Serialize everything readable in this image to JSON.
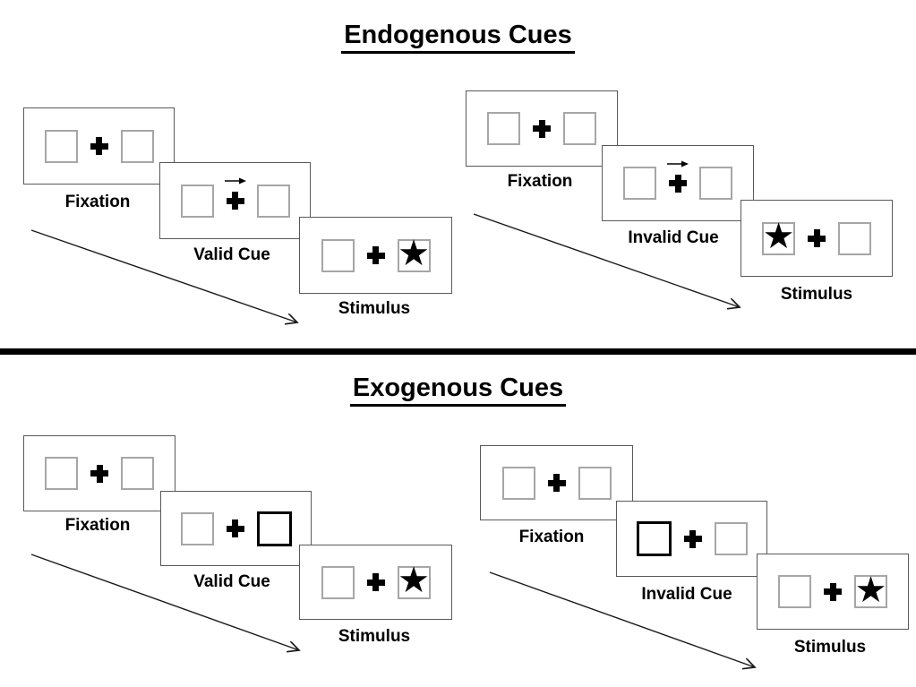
{
  "sections": [
    {
      "title": "Endogenous Cues",
      "sequences": [
        {
          "name": "valid-trial",
          "panels": [
            {
              "label": "Fixation",
              "type": "fixation"
            },
            {
              "label": "Valid Cue",
              "type": "arrow-cue",
              "arrow_direction": "right"
            },
            {
              "label": "Stimulus",
              "type": "stimulus",
              "star_side": "right"
            }
          ]
        },
        {
          "name": "invalid-trial",
          "panels": [
            {
              "label": "Fixation",
              "type": "fixation"
            },
            {
              "label": "Invalid Cue",
              "type": "arrow-cue",
              "arrow_direction": "right"
            },
            {
              "label": "Stimulus",
              "type": "stimulus",
              "star_side": "left"
            }
          ]
        }
      ]
    },
    {
      "title": "Exogenous Cues",
      "sequences": [
        {
          "name": "valid-trial",
          "panels": [
            {
              "label": "Fixation",
              "type": "fixation"
            },
            {
              "label": "Valid Cue",
              "type": "highlight-cue",
              "highlight_side": "right"
            },
            {
              "label": "Stimulus",
              "type": "stimulus",
              "star_side": "right"
            }
          ]
        },
        {
          "name": "invalid-trial",
          "panels": [
            {
              "label": "Fixation",
              "type": "fixation"
            },
            {
              "label": "Invalid Cue",
              "type": "highlight-cue",
              "highlight_side": "left"
            },
            {
              "label": "Stimulus",
              "type": "stimulus",
              "star_side": "right"
            }
          ]
        }
      ]
    }
  ],
  "icons": {
    "fixation_cross": "heavy-plus-cross",
    "cue_arrow": "right-arrow",
    "target_star": "★",
    "time_arrow": "diagonal-down-right-arrow"
  },
  "colors": {
    "background": "#ffffff",
    "panel_border": "#595959",
    "box_border": "#a6a6a6",
    "highlight_border": "#000000",
    "text": "#000000",
    "divider": "#000000"
  }
}
